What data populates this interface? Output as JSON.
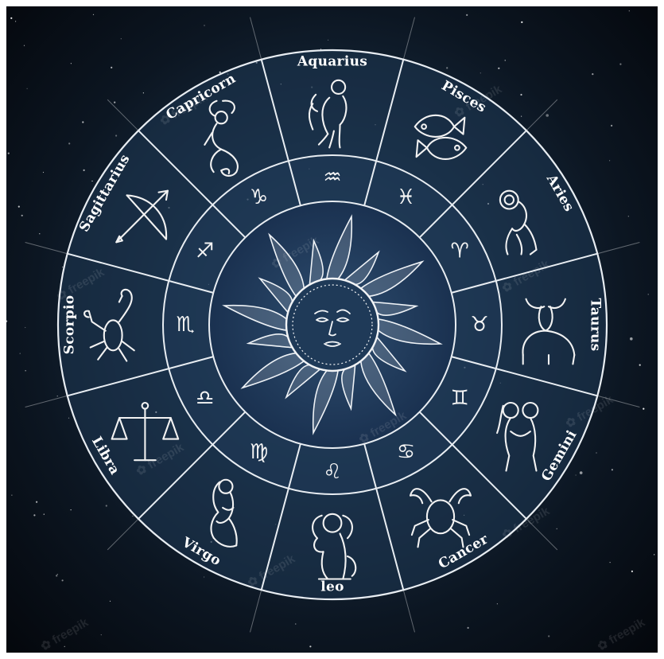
{
  "image": {
    "background_color": "#0c1622",
    "line_color": "#e8edf2",
    "accent": "#2a4868"
  },
  "signs": [
    {
      "name": "Aquarius",
      "glyph": "♒",
      "icon": "water-bearer-icon"
    },
    {
      "name": "Pisces",
      "glyph": "♓",
      "icon": "fish-icon"
    },
    {
      "name": "Aries",
      "glyph": "♈",
      "icon": "ram-icon"
    },
    {
      "name": "Taurus",
      "glyph": "♉",
      "icon": "bull-icon"
    },
    {
      "name": "Gemini",
      "glyph": "♊",
      "icon": "twins-icon"
    },
    {
      "name": "Cancer",
      "glyph": "♋",
      "icon": "crab-icon"
    },
    {
      "name": "leo",
      "glyph": "♌",
      "icon": "lion-icon"
    },
    {
      "name": "Virgo",
      "glyph": "♍",
      "icon": "maiden-icon"
    },
    {
      "name": "Libra",
      "glyph": "♎",
      "icon": "scales-icon"
    },
    {
      "name": "Scorpio",
      "glyph": "♏",
      "icon": "scorpion-icon"
    },
    {
      "name": "Sagittarius",
      "glyph": "♐",
      "icon": "bow-and-arrow-icon"
    },
    {
      "name": "Capricorn",
      "glyph": "♑",
      "icon": "sea-goat-icon"
    }
  ],
  "center": {
    "icon": "sun-face-icon"
  },
  "watermark": {
    "text": "freepik",
    "icon": "freepik-logo-icon"
  }
}
